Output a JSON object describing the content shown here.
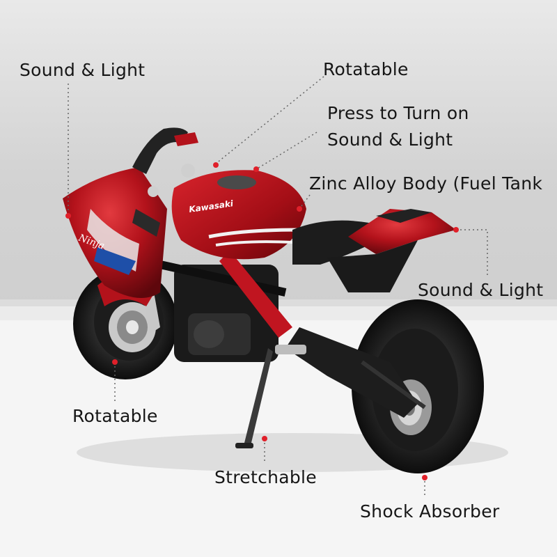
{
  "callouts": {
    "sound_light_front": "Sound & Light",
    "rotatable_top": "Rotatable",
    "press_line1": "Press to Turn on",
    "press_line2": "Sound & Light",
    "zinc_alloy": "Zinc Alloy Body (Fuel Tank",
    "sound_light_rear": "Sound & Light",
    "rotatable_wheel": "Rotatable",
    "stretchable": "Stretchable",
    "shock_absorber": "Shock Absorber"
  },
  "bike": {
    "brand_text": "Kawasaki",
    "model_text": "Ninja"
  },
  "colors": {
    "body_red": "#b3121b",
    "dot_red": "#e0202a",
    "background_top": "#dcdcdc",
    "floor": "#f4f4f4"
  }
}
